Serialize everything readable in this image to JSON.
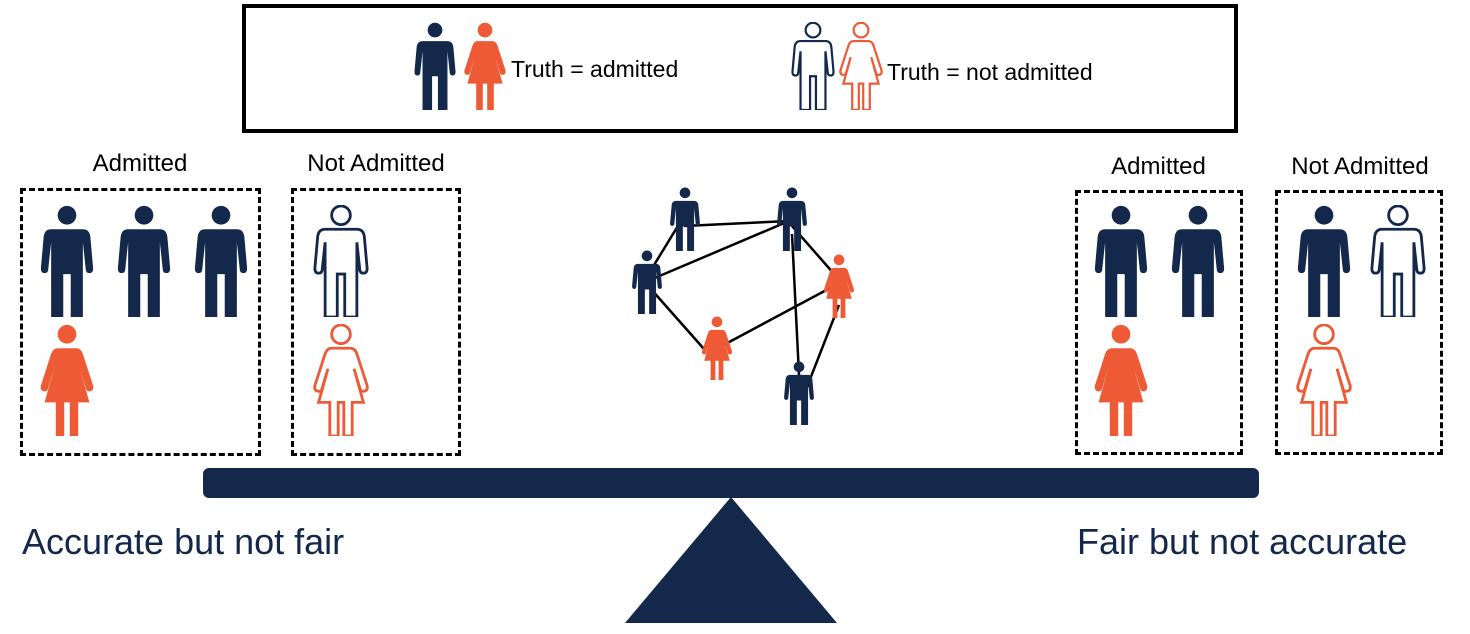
{
  "colors": {
    "navy": "#14284b",
    "orange": "#ee5a35",
    "black": "#000000"
  },
  "legend": {
    "admitted_text": "Truth = admitted",
    "not_admitted_text": "Truth = not admitted"
  },
  "left_panel": {
    "admitted_label": "Admitted",
    "not_admitted_label": "Not Admitted",
    "caption": "Accurate but not fair"
  },
  "right_panel": {
    "admitted_label": "Admitted",
    "not_admitted_label": "Not Admitted",
    "caption": "Fair but not accurate"
  },
  "icons": {
    "man": "man-icon",
    "woman": "woman-icon",
    "man_outline": "man-outline-icon",
    "woman_outline": "woman-outline-icon"
  }
}
